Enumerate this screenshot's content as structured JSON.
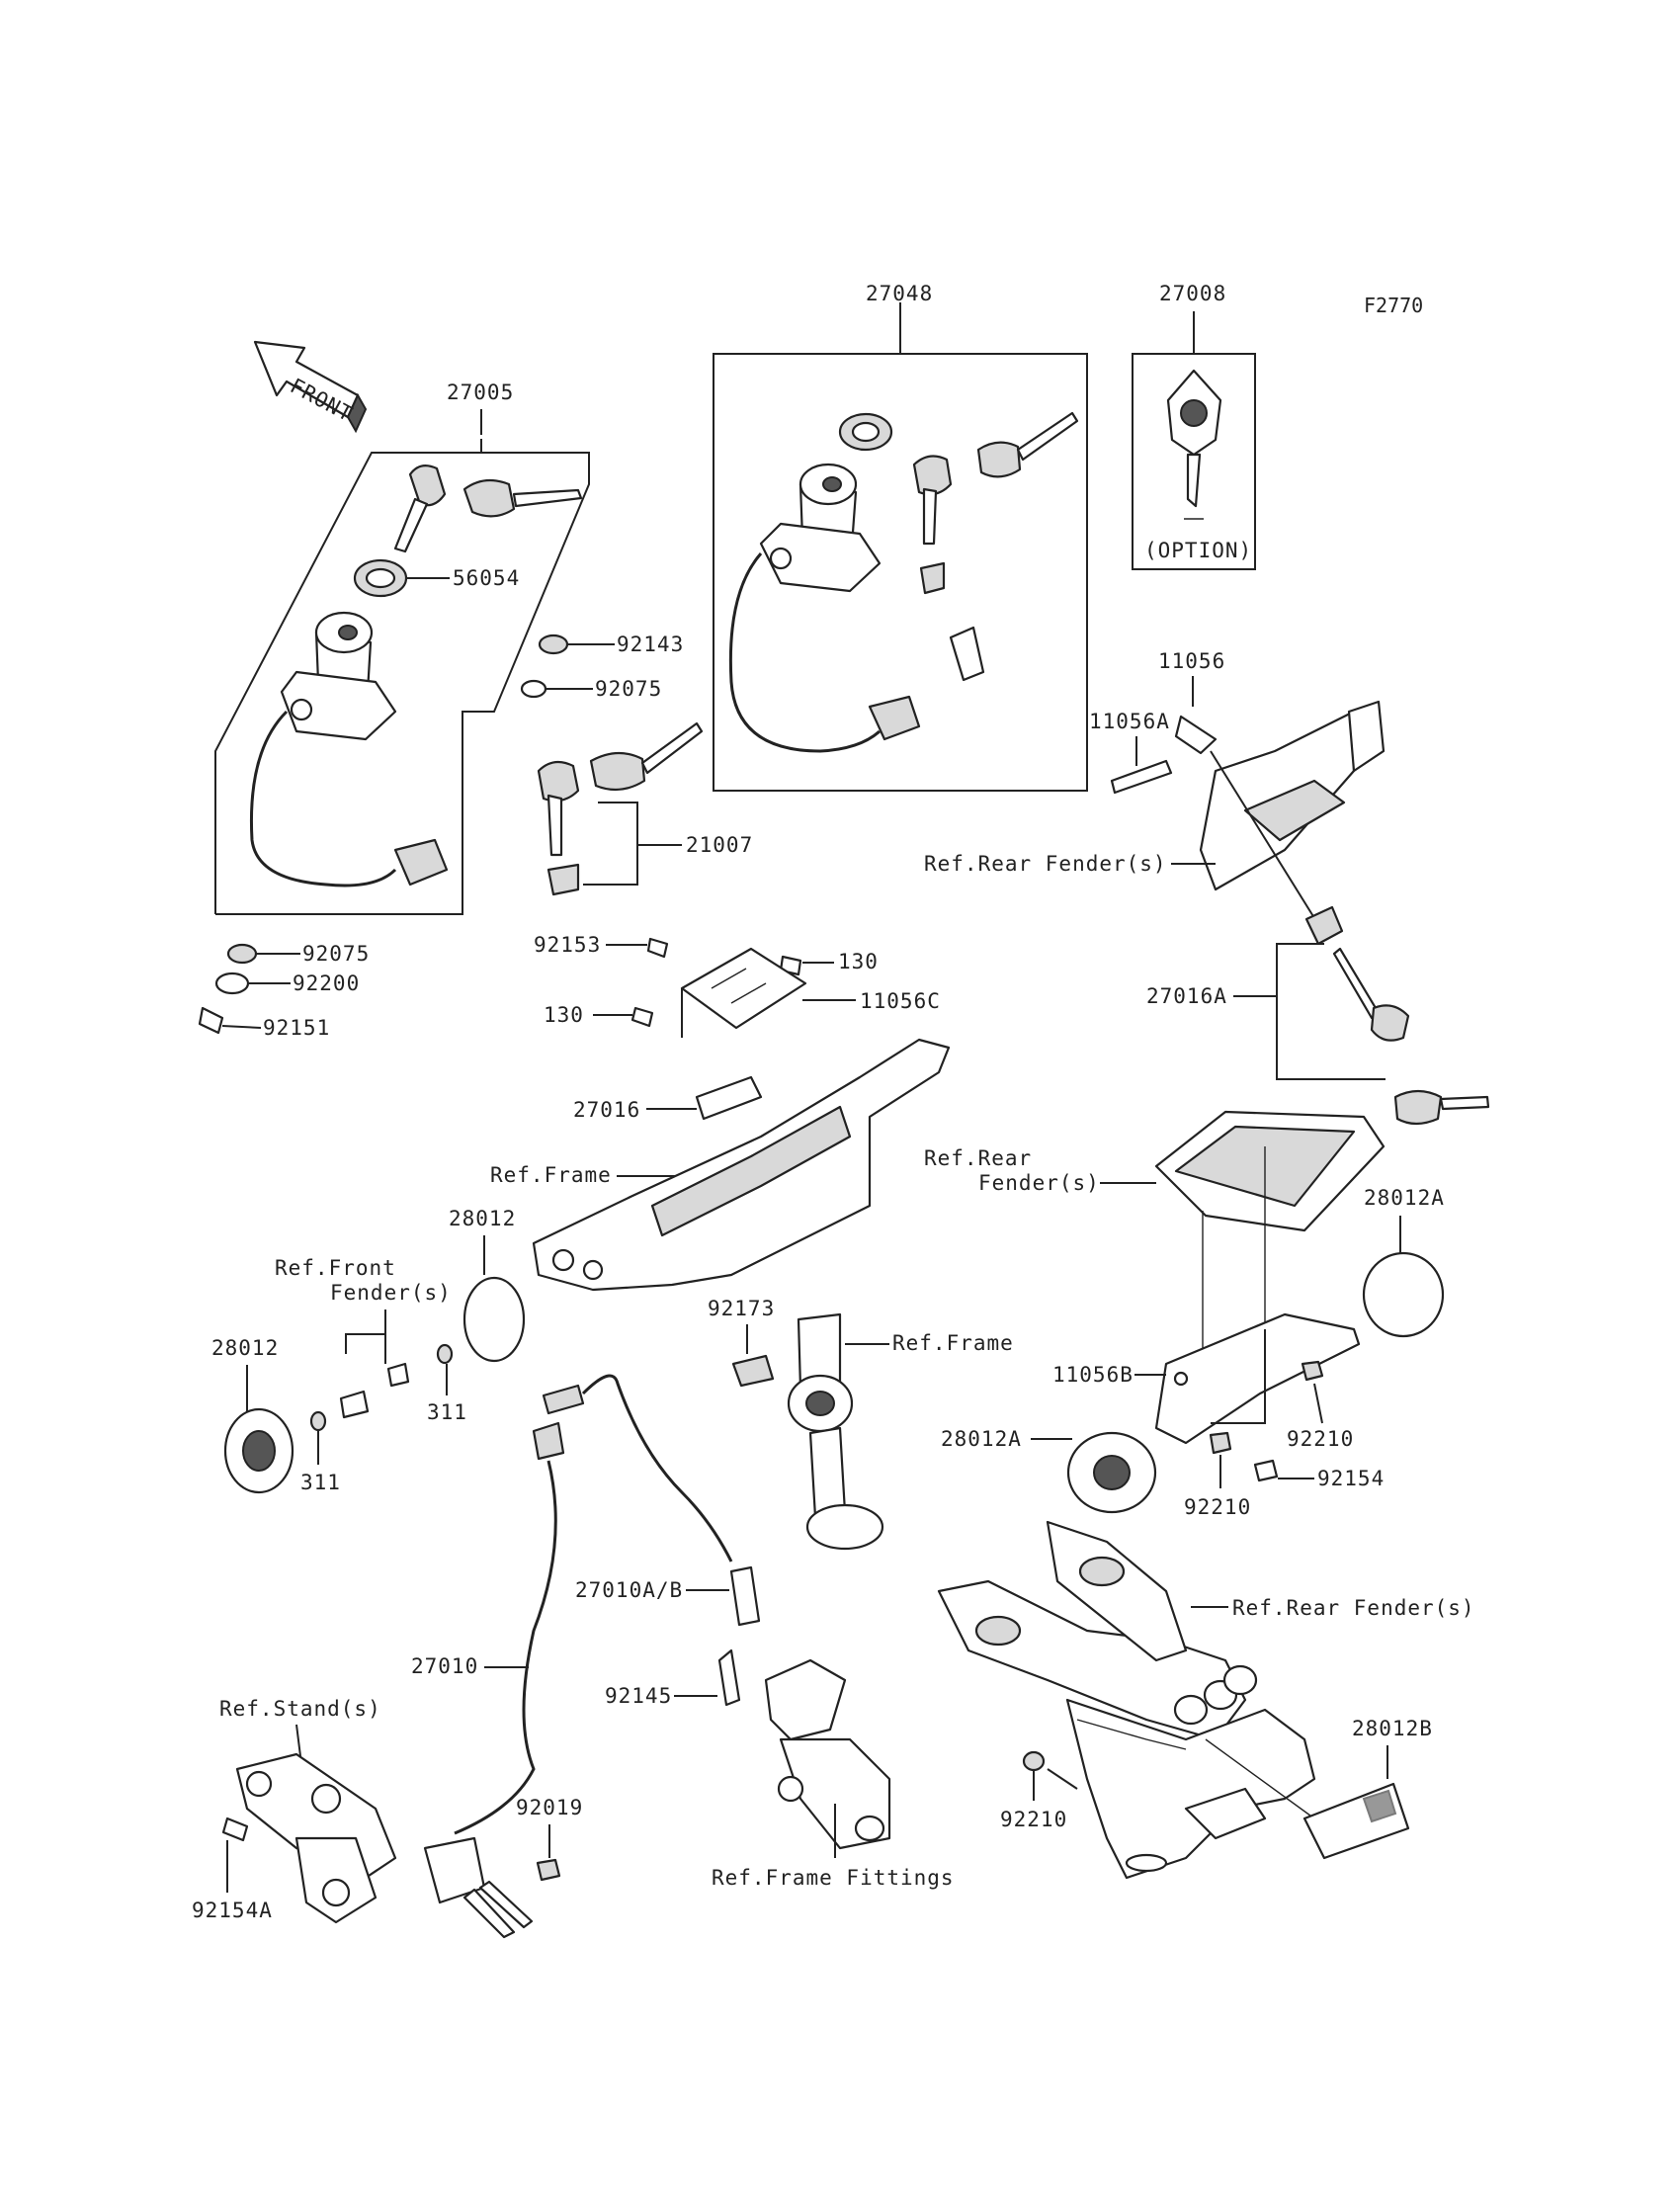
{
  "figure_code": "F2770",
  "front_label": "FRONT",
  "option_label": "(OPTION)",
  "parts": {
    "p27005": "27005",
    "p27048": "27048",
    "p27008": "27008",
    "p56054": "56054",
    "p92143": "92143",
    "p92075a": "92075",
    "p92075b": "92075",
    "p92200": "92200",
    "p92151": "92151",
    "p21007": "21007",
    "p92153": "92153",
    "p130a": "130",
    "p130b": "130",
    "p11056C": "11056C",
    "p27016": "27016",
    "p11056": "11056",
    "p11056A": "11056A",
    "p27016A": "27016A",
    "p28012a": "28012",
    "p28012b": "28012",
    "p311a": "311",
    "p311b": "311",
    "p92173": "92173",
    "p28012A_a": "28012A",
    "p28012A_b": "28012A",
    "p11056B": "11056B",
    "p92210a": "92210",
    "p92210b": "92210",
    "p92210c": "92210",
    "p92154": "92154",
    "p27010AB": "27010A/B",
    "p27010": "27010",
    "p92145": "92145",
    "p92019": "92019",
    "p92154A": "92154A",
    "p28012B": "28012B"
  },
  "refs": {
    "rear_fender_1": "Ref.Rear Fender(s)",
    "frame_1": "Ref.Frame",
    "rear_fender_2_line1": "Ref.Rear",
    "rear_fender_2_line2": "Fender(s)",
    "front_fender_line1": "Ref.Front",
    "front_fender_line2": "Fender(s)",
    "frame_2": "Ref.Frame",
    "stand": "Ref.Stand(s)",
    "frame_fittings": "Ref.Frame Fittings",
    "rear_fender_3": "Ref.Rear Fender(s)"
  }
}
